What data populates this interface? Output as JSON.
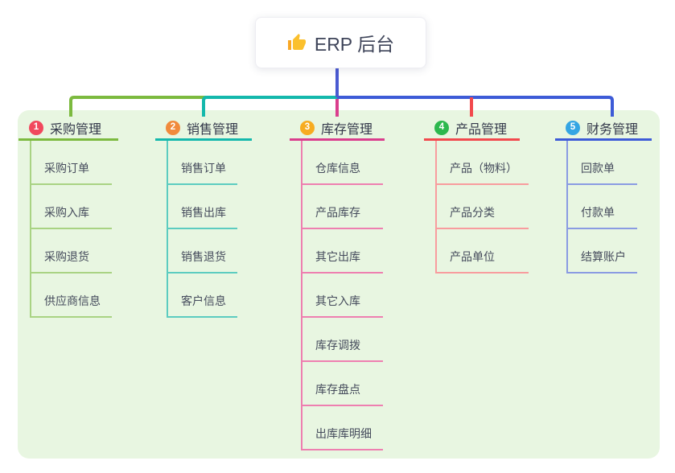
{
  "root": {
    "label": "ERP 后台",
    "icon": "thumbs-up-emoji"
  },
  "panel": {
    "bg": "#E8F6E1"
  },
  "colors": {
    "root_connector": "#4A5AD1"
  },
  "branches": [
    {
      "index": "1",
      "label": "采购管理",
      "badge_color": "#F1485D",
      "line_color": "#7CBA3F",
      "child_line_color": "#A9D383",
      "children": [
        "采购订单",
        "采购入库",
        "采购退货",
        "供应商信息"
      ]
    },
    {
      "index": "2",
      "label": "销售管理",
      "badge_color": "#F08A3C",
      "line_color": "#14B8AC",
      "child_line_color": "#5CCCC0",
      "children": [
        "销售订单",
        "销售出库",
        "销售退货",
        "客户信息"
      ]
    },
    {
      "index": "3",
      "label": "库存管理",
      "badge_color": "#F7AC21",
      "line_color": "#DA3E8D",
      "child_line_color": "#EE7FB0",
      "children": [
        "仓库信息",
        "产品库存",
        "其它出库",
        "其它入库",
        "库存调拨",
        "库存盘点",
        "出库库明细"
      ]
    },
    {
      "index": "4",
      "label": "产品管理",
      "badge_color": "#2DB84E",
      "line_color": "#F2494D",
      "child_line_color": "#F89C9E",
      "children": [
        "产品（物料）",
        "产品分类",
        "产品单位"
      ]
    },
    {
      "index": "5",
      "label": "财务管理",
      "badge_color": "#34A5E3",
      "line_color": "#3D5BD7",
      "child_line_color": "#8A9BE2",
      "children": [
        "回款单",
        "付款单",
        "结算账户"
      ]
    }
  ]
}
